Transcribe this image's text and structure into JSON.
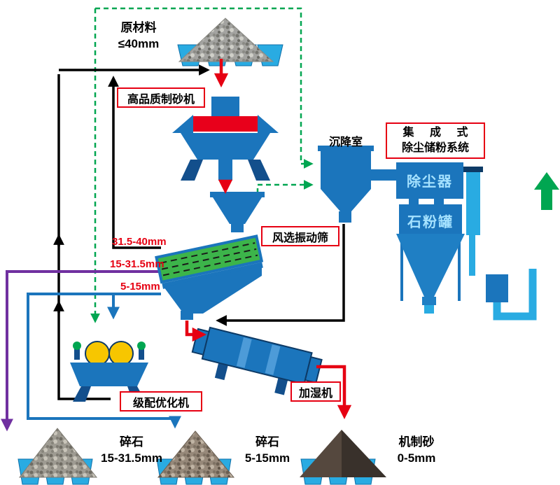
{
  "diagram": {
    "raw_material": {
      "name": "原材料",
      "size": "≤40mm"
    },
    "crusher_label": "高品质制砂机",
    "settling_label": "沉降室",
    "dust_label_1": "集 成 式",
    "dust_label_2": "除尘储粉系统",
    "collector_text": "除尘器",
    "powder_text": "石粉罐",
    "screen_label": "风选振动筛",
    "sizes": [
      "31.5-40mm",
      "15-31.5mm",
      "5-15mm"
    ],
    "gradation_label": "级配优化机",
    "humidifier_label": "加湿机",
    "piles": [
      {
        "name": "碎石",
        "size": "15-31.5mm"
      },
      {
        "name": "碎石",
        "size": "5-15mm"
      },
      {
        "name": "机制砂",
        "size": "0-5mm"
      }
    ],
    "colors": {
      "machine_blue": "#1b75bc",
      "light_blue": "#29abe2",
      "red": "#e60012",
      "green": "#00a651",
      "yellow": "#f7c600",
      "purple": "#7030a0",
      "screen_green": "#3cb44a",
      "label_cyan": "#a5e2ff"
    }
  }
}
